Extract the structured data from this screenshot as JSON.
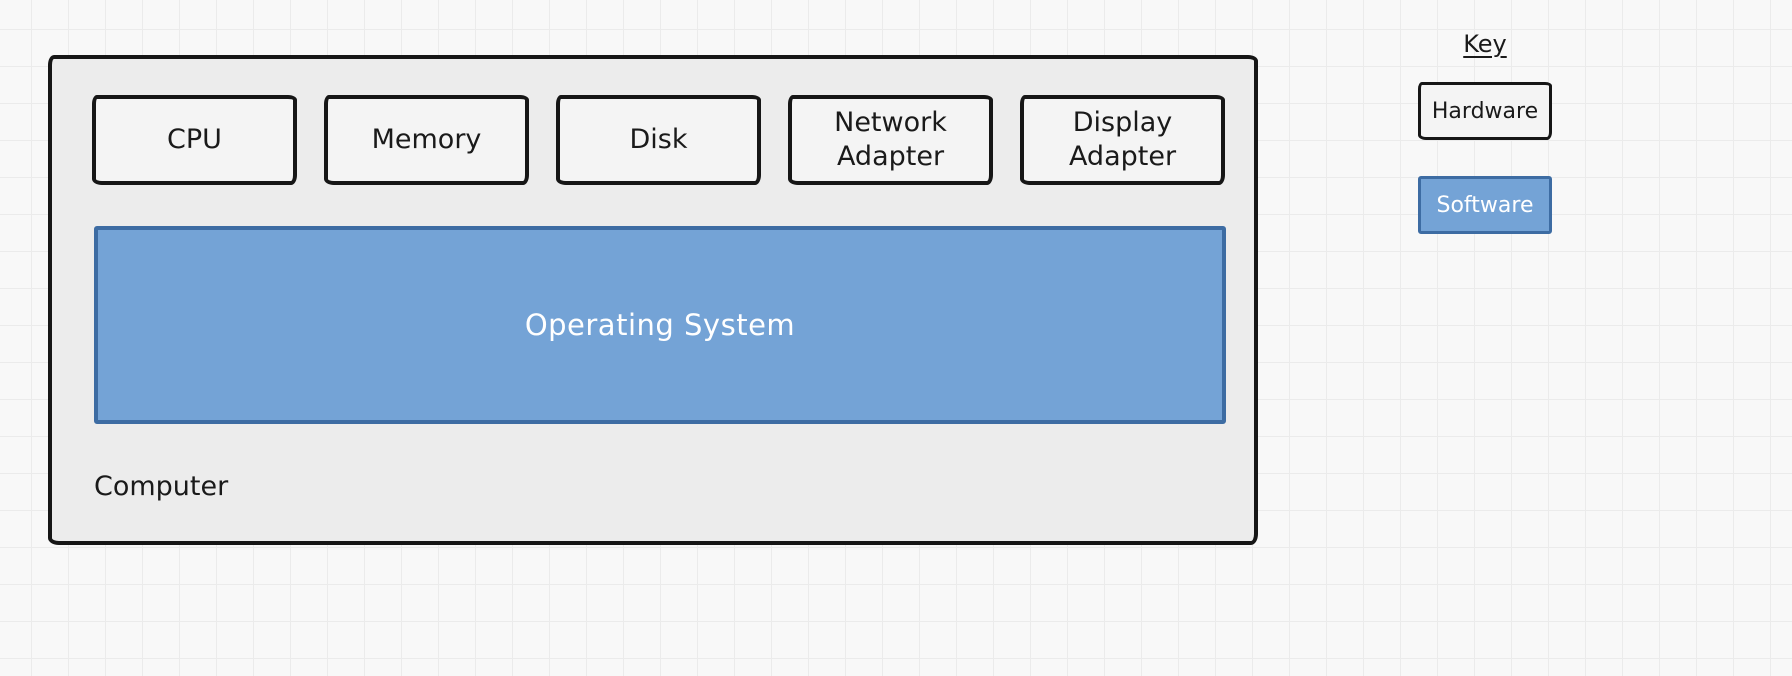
{
  "diagram": {
    "computer": {
      "label": "Computer",
      "hardware_components": [
        {
          "label": "CPU"
        },
        {
          "label": "Memory"
        },
        {
          "label": "Disk"
        },
        {
          "label": "Network Adapter"
        },
        {
          "label": "Display Adapter"
        }
      ],
      "software_components": [
        {
          "label": "Operating System"
        }
      ]
    },
    "key": {
      "title": "Key",
      "items": [
        {
          "label": "Hardware",
          "type": "hardware"
        },
        {
          "label": "Software",
          "type": "software"
        }
      ]
    },
    "colors": {
      "software_fill": "#74a3d6",
      "software_border": "#3d6ca3",
      "software_text": "#ffffff",
      "hardware_fill": "#f4f4f4",
      "hardware_border": "#161616",
      "computer_fill": "#ececec",
      "background": "#f8f8f8",
      "grid_line": "#ebebeb",
      "text": "#1a1a1a"
    }
  }
}
